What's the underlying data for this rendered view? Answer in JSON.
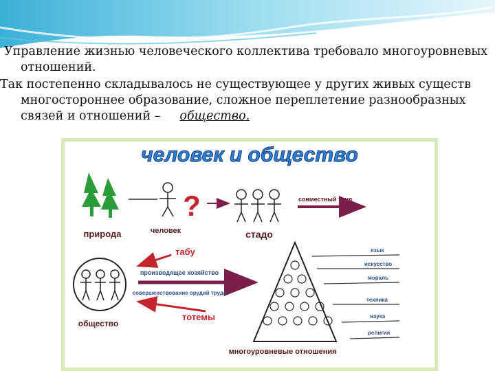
{
  "paragraphs": {
    "p1": "Управление жизнью человеческого коллектива требовало многоуровневых отношений.",
    "p2_main": "Так постепенно складывалось не существующее у других живых существ многостороннее образование, сложное переплетение разнообразных связей и отношений –",
    "p2_term": "общество."
  },
  "diagram": {
    "title": "человек и общество",
    "nature": "природа",
    "human": "человек",
    "question": "?",
    "herd": "стадо",
    "joint_work": "совместный труд",
    "taboo": "табу",
    "productive_economy": "производящее хозяйство",
    "improvement_tools": "совершенствование орудий труда",
    "totems": "тотемы",
    "society": "общество",
    "multilevel": "многоуровневые отношения",
    "levels": [
      "язык",
      "искусство",
      "мораль",
      "техника",
      "наука",
      "религия"
    ]
  },
  "colors": {
    "title_blue": "#2e7fd6",
    "arrow_maroon": "#7a1f4a",
    "diagram_red": "#c4242b",
    "frame_green": "#d6ecb4",
    "tree_green": "#2c9b3a"
  }
}
